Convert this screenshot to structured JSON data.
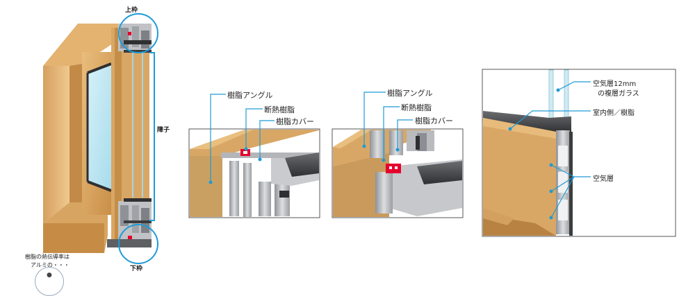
{
  "window": {
    "top_frame": "上枠",
    "mullion": "障子",
    "bottom_frame": "下枠",
    "note_line1": "樹脂の熱伝導率は",
    "note_line2": "アルミの・・・",
    "note_circle_mark": "●"
  },
  "section1": {
    "label_angle": "樹脂アングル",
    "label_insulation": "断熱樹脂",
    "label_cover": "樹脂カバー"
  },
  "section2": {
    "label_angle": "樹脂アングル",
    "label_insulation": "断熱樹脂",
    "label_cover": "樹脂カバー"
  },
  "section3": {
    "label_glass_1": "空気層12mm",
    "label_glass_2": "の複層ガラス",
    "label_indoor": "室内側／樹脂",
    "label_air": "空気層"
  },
  "colors": {
    "callout": "#1e9bd7",
    "wood": "#d9a765",
    "wood_dark": "#b9823e",
    "metal": "#a7a9ad",
    "glass": "#bfe6f2",
    "seal": "#e6002d"
  }
}
